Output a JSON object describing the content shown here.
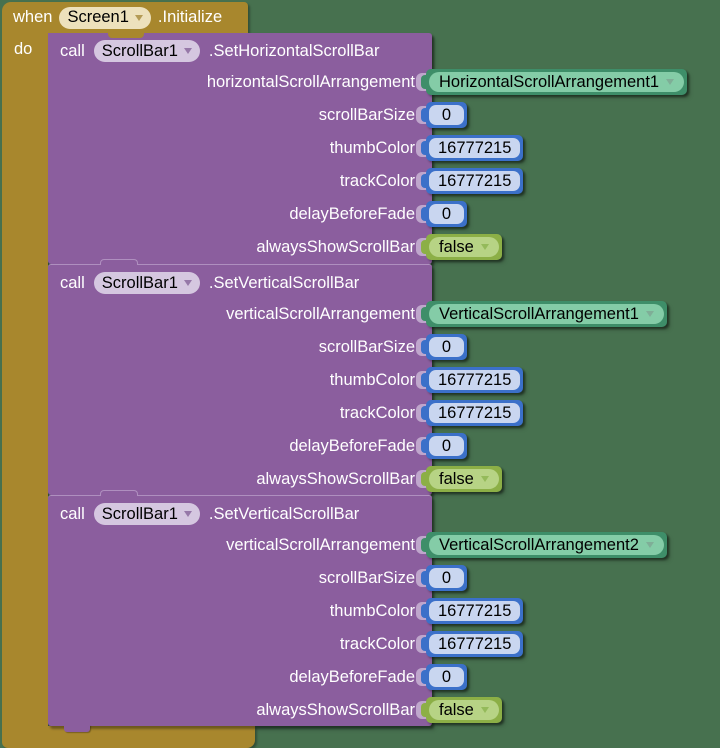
{
  "palette": {
    "workspace_bg": "#47714F",
    "event_block_gold": "#A8872D",
    "procedure_block_purple": "#8B5E9E",
    "component_block_teal": "#3E8E69",
    "number_block_blue": "#3B70C9",
    "logic_block_green": "#8CAF46"
  },
  "when": {
    "keyword": "when",
    "component": "Screen1",
    "event": ".Initialize",
    "do_label": "do"
  },
  "calls": [
    {
      "keyword": "call",
      "component": "ScrollBar1",
      "method": ".SetHorizontalScrollBar",
      "params": [
        {
          "label": "horizontalScrollArrangement",
          "value": "HorizontalScrollArrangement1",
          "type": "component"
        },
        {
          "label": "scrollBarSize",
          "value": "0",
          "type": "number"
        },
        {
          "label": "thumbColor",
          "value": "16777215",
          "type": "number"
        },
        {
          "label": "trackColor",
          "value": "16777215",
          "type": "number"
        },
        {
          "label": "delayBeforeFade",
          "value": "0",
          "type": "number"
        },
        {
          "label": "alwaysShowScrollBar",
          "value": "false",
          "type": "logic"
        }
      ]
    },
    {
      "keyword": "call",
      "component": "ScrollBar1",
      "method": ".SetVerticalScrollBar",
      "params": [
        {
          "label": "verticalScrollArrangement",
          "value": "VerticalScrollArrangement1",
          "type": "component"
        },
        {
          "label": "scrollBarSize",
          "value": "0",
          "type": "number"
        },
        {
          "label": "thumbColor",
          "value": "16777215",
          "type": "number"
        },
        {
          "label": "trackColor",
          "value": "16777215",
          "type": "number"
        },
        {
          "label": "delayBeforeFade",
          "value": "0",
          "type": "number"
        },
        {
          "label": "alwaysShowScrollBar",
          "value": "false",
          "type": "logic"
        }
      ]
    },
    {
      "keyword": "call",
      "component": "ScrollBar1",
      "method": ".SetVerticalScrollBar",
      "params": [
        {
          "label": "verticalScrollArrangement",
          "value": "VerticalScrollArrangement2",
          "type": "component"
        },
        {
          "label": "scrollBarSize",
          "value": "0",
          "type": "number"
        },
        {
          "label": "thumbColor",
          "value": "16777215",
          "type": "number"
        },
        {
          "label": "trackColor",
          "value": "16777215",
          "type": "number"
        },
        {
          "label": "delayBeforeFade",
          "value": "0",
          "type": "number"
        },
        {
          "label": "alwaysShowScrollBar",
          "value": "false",
          "type": "logic"
        }
      ]
    }
  ]
}
